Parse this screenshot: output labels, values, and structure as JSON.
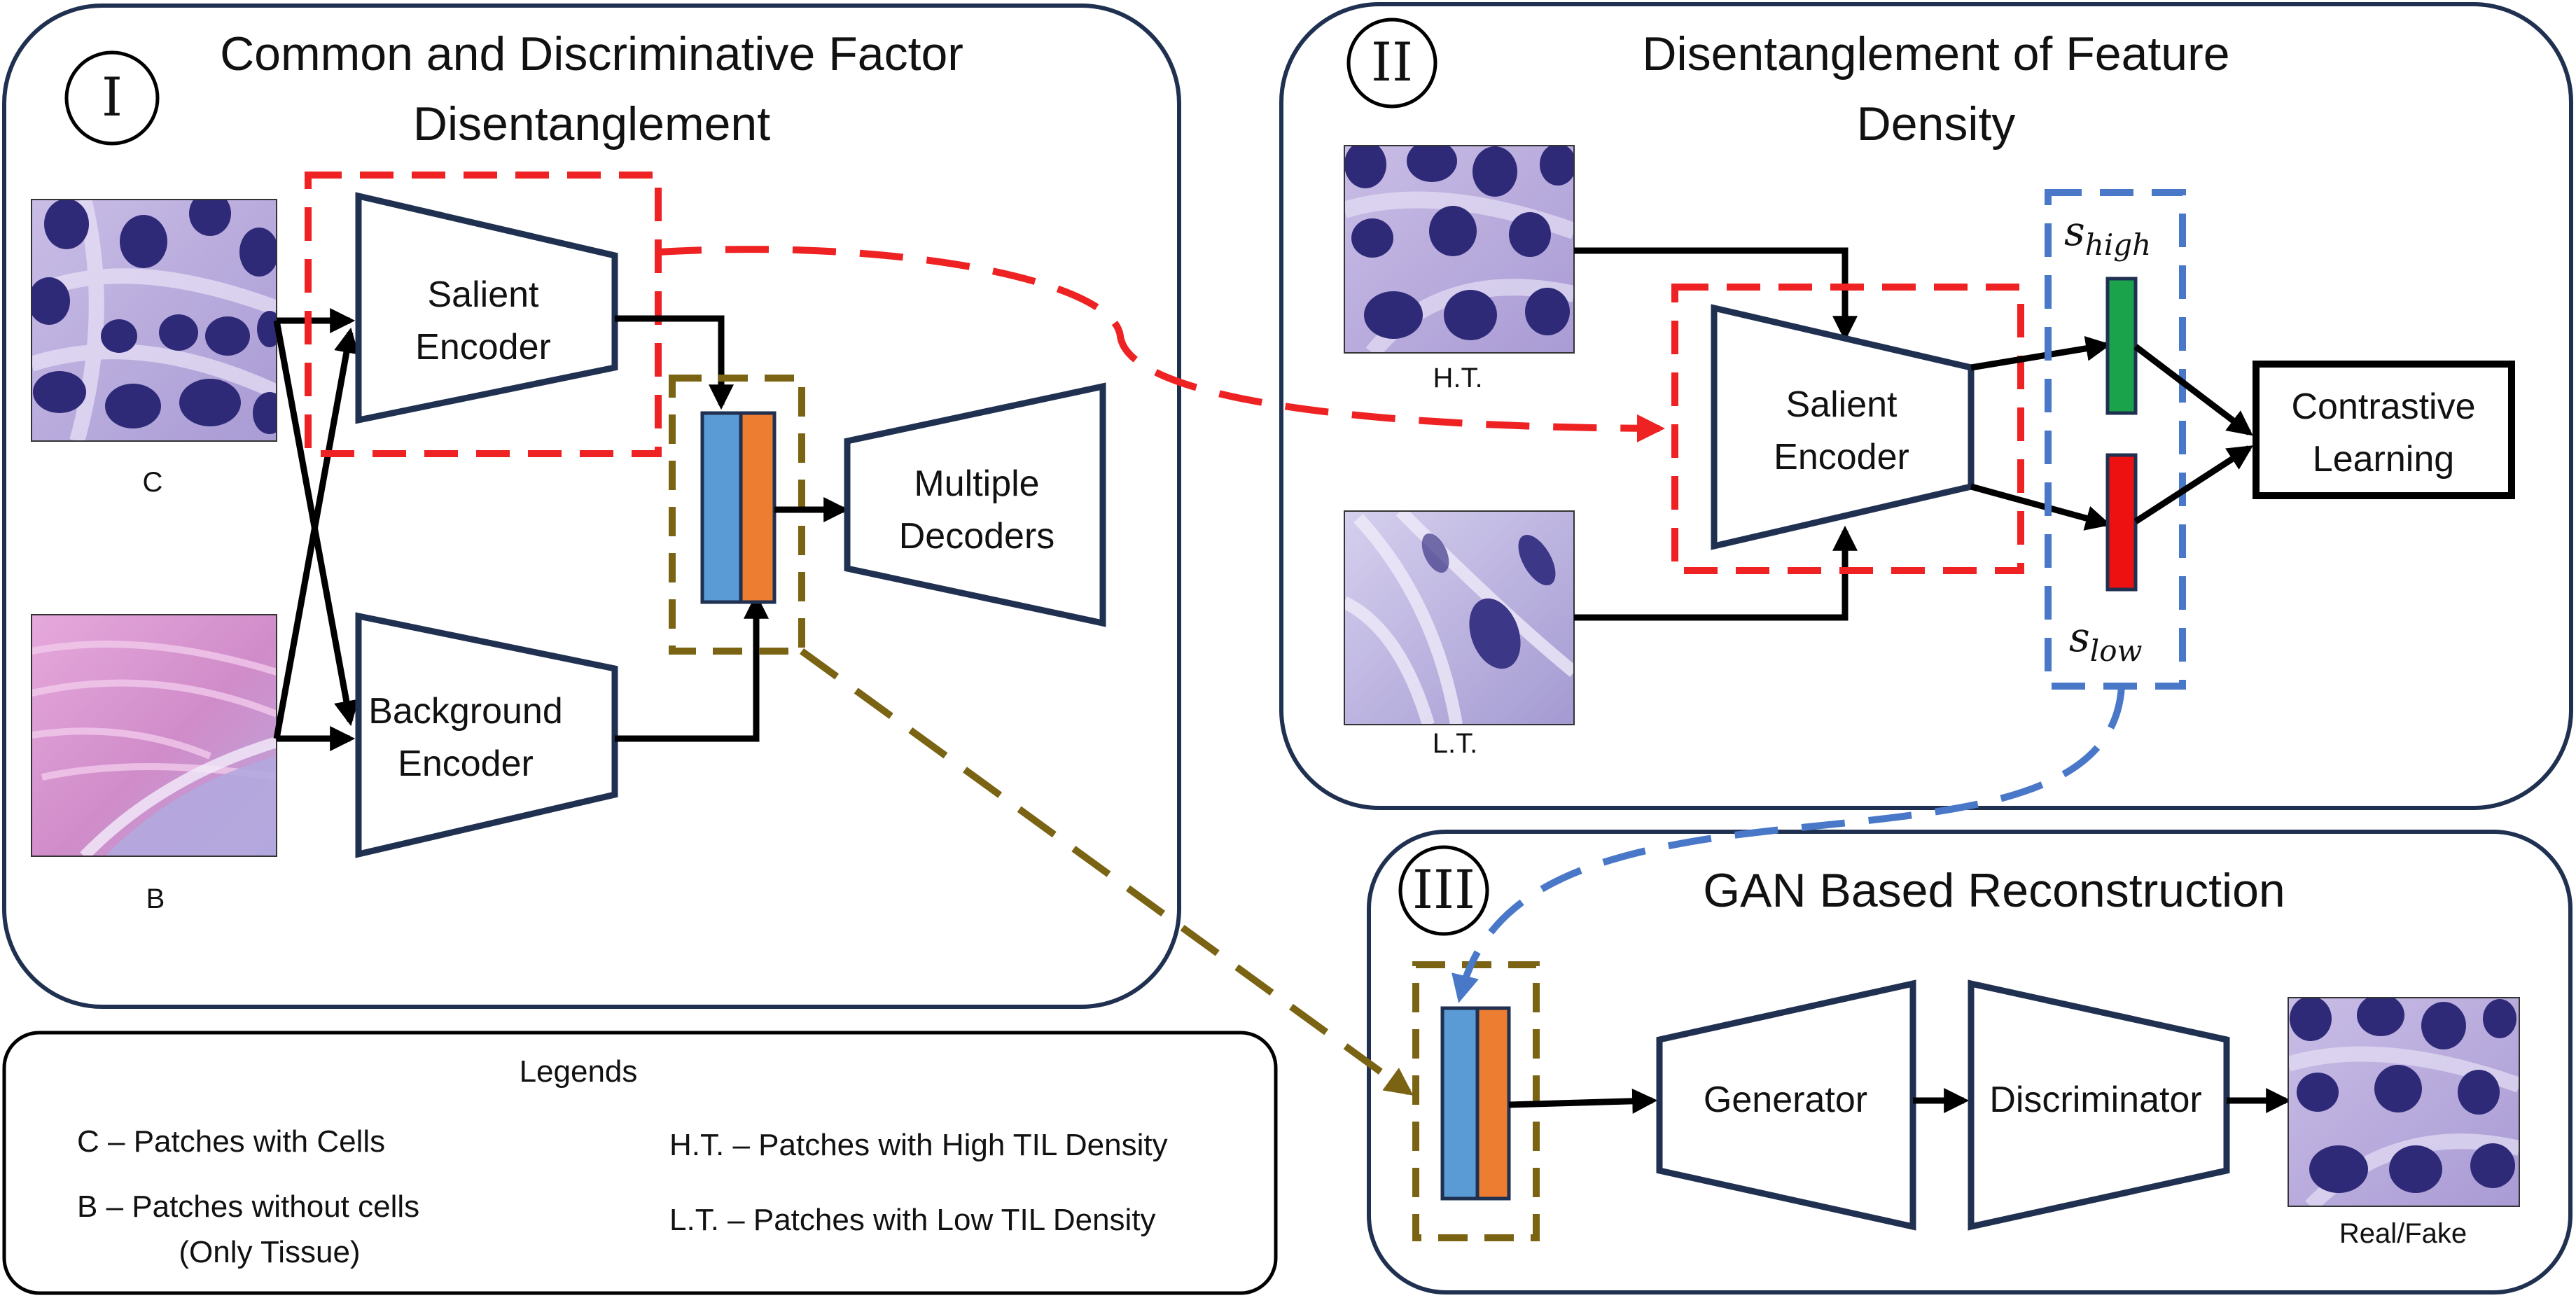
{
  "panels": {
    "p1": {
      "numeral": "I",
      "title_line1": "Common and Discriminative Factor",
      "title_line2": "Disentanglement"
    },
    "p2": {
      "numeral": "II",
      "title_line1": "Disentanglement of Feature",
      "title_line2": "Density"
    },
    "p3": {
      "numeral": "III",
      "title": "GAN Based Reconstruction"
    }
  },
  "blocks": {
    "salient_encoder_1": {
      "line1": "Salient",
      "line2": "Encoder"
    },
    "background_encoder": {
      "line1": "Background",
      "line2": "Encoder"
    },
    "multiple_decoders": {
      "line1": "Multiple",
      "line2": "Decoders"
    },
    "salient_encoder_2": {
      "line1": "Salient",
      "line2": "Encoder"
    },
    "contrastive": {
      "line1": "Contrastive",
      "line2": "Learning"
    },
    "generator": "Generator",
    "discriminator": "Discriminator"
  },
  "patch_labels": {
    "c": "C",
    "b": "B",
    "ht": "H.T.",
    "lt": "L.T.",
    "real_fake": "Real/Fake"
  },
  "symbols": {
    "s_high_base": "s",
    "s_high_sub": "high",
    "s_low_base": "s",
    "s_low_sub": "low"
  },
  "legend": {
    "title": "Legends",
    "c": "C – Patches with Cells",
    "b_line1": "B – Patches without cells",
    "b_line2": "(Only Tissue)",
    "ht": "H.T. – Patches with High TIL Density",
    "lt": "L.T. – Patches with Low TIL Density"
  },
  "colors": {
    "box_border": "#1f3050",
    "red_dash": "#ee2222",
    "olive_dash": "#7a6312",
    "blue_dash": "#4a78c8",
    "feature_blue": "#5b9bd5",
    "feature_orange": "#ed7d31",
    "s_high": "#1aa34a",
    "s_low": "#ee1111"
  }
}
